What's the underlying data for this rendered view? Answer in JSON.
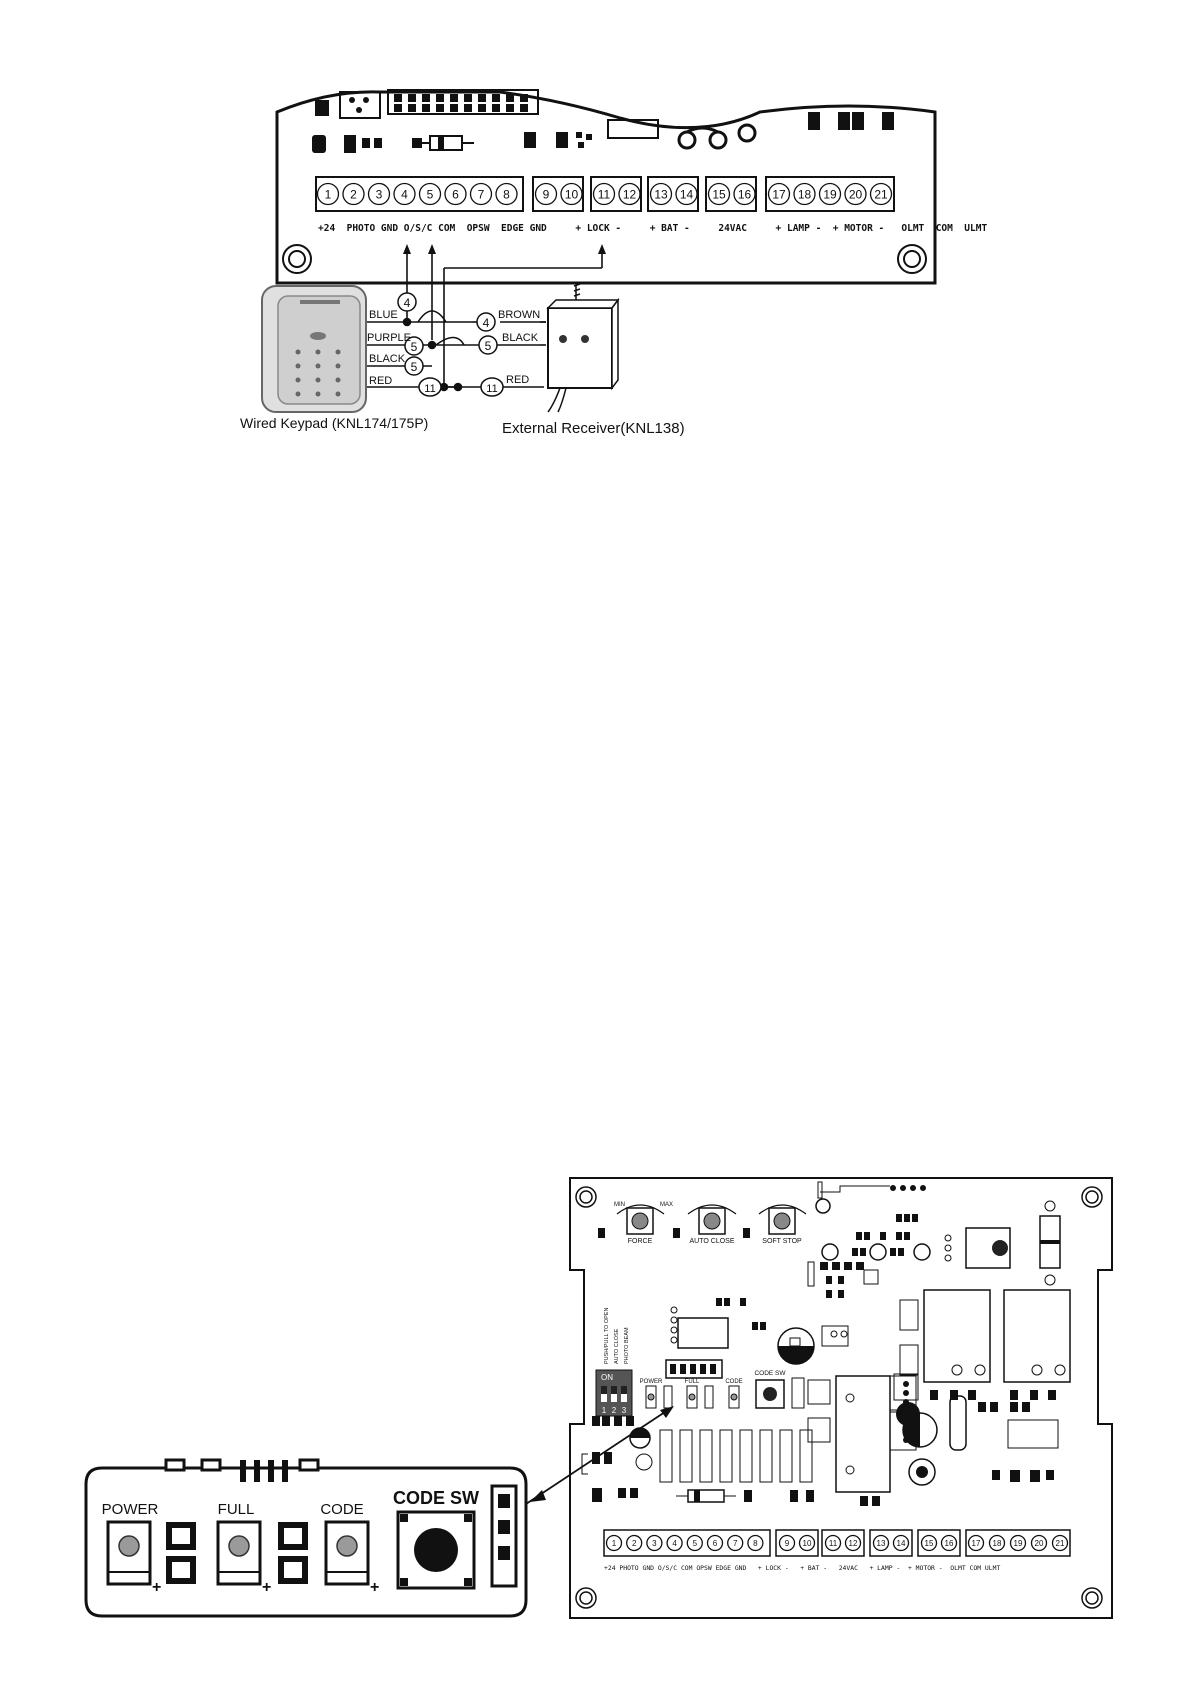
{
  "top_diagram": {
    "terminals_group_a": [
      "1",
      "2",
      "3",
      "4",
      "5",
      "6",
      "7",
      "8"
    ],
    "terminals_group_b": [
      "9",
      "10"
    ],
    "terminals_group_c": [
      "11",
      "12"
    ],
    "terminals_group_d": [
      "13",
      "14"
    ],
    "terminals_group_e": [
      "15",
      "16"
    ],
    "terminals_group_f": [
      "17",
      "18",
      "19",
      "20",
      "21"
    ],
    "terminal_label_strip": "+24  PHOTO GND O/S/C COM  OPSW  EDGE GND     + LOCK -     + BAT -     24VAC     + LAMP -  + MOTOR -   OLMT  COM  ULMT",
    "keypad_wires": [
      {
        "color": "BLUE",
        "pin": "4"
      },
      {
        "color": "PURPLE",
        "pin": "5"
      },
      {
        "color": "BLACK",
        "pin": "5"
      },
      {
        "color": "RED",
        "pin": "11"
      }
    ],
    "receiver_wires": [
      {
        "color": "BROWN",
        "pin": "4"
      },
      {
        "color": "BLACK",
        "pin": "5"
      },
      {
        "color": "RED",
        "pin": "11"
      }
    ],
    "keypad_caption": "Wired Keypad (KNL174/175P)",
    "receiver_caption": "External Receiver(KNL138)"
  },
  "board_diagram": {
    "trimmer_labels": [
      "FORCE",
      "AUTO CLOSE",
      "SOFT STOP"
    ],
    "trimmer_scale_min": "MIN",
    "trimmer_scale_max": "MAX",
    "dip_header": "ON",
    "dip_numbers": [
      "1",
      "2",
      "3"
    ],
    "dip_functions": [
      "PUSH/PULL TO OPEN",
      "AUTO CLOSE",
      "PHOTO BEAM"
    ],
    "led_labels": [
      "POWER",
      "FULL",
      "CODE"
    ],
    "code_switch_label": "CODE SW",
    "terminals": [
      "1",
      "2",
      "3",
      "4",
      "5",
      "6",
      "7",
      "8",
      "9",
      "10",
      "11",
      "12",
      "13",
      "14",
      "15",
      "16",
      "17",
      "18",
      "19",
      "20",
      "21"
    ],
    "terminal_label_strip": "+24 PHOTO GND O/S/C COM OPSW EDGE GND   + LOCK -   + BAT -   24VAC   + LAMP -  + MOTOR -  OLMT COM ULMT"
  },
  "zoom_inset": {
    "led_labels": [
      "POWER",
      "FULL",
      "CODE"
    ],
    "plus_sign": "+",
    "code_switch_label": "CODE SW"
  }
}
